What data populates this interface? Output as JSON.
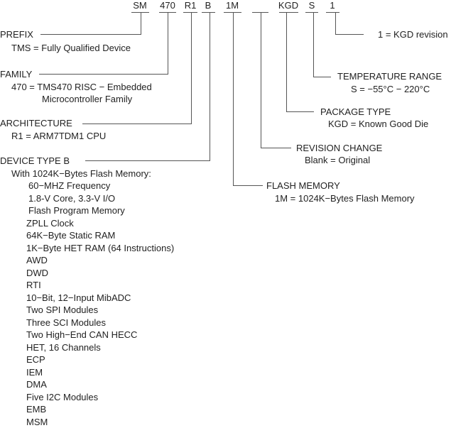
{
  "codes": [
    "SM",
    "470",
    "R1",
    "B",
    "1M",
    "",
    "KGD",
    "S",
    "1"
  ],
  "fields": {
    "prefix": {
      "title": "PREFIX",
      "desc": "TMS = Fully Qualified Device"
    },
    "family": {
      "title": "FAMILY",
      "desc": "470 = TMS470 RISC − Embedded",
      "desc2": "Microcontroller Family"
    },
    "architecture": {
      "title": "ARCHITECTURE",
      "desc": "R1 = ARM7TDM1 CPU"
    },
    "device_type": {
      "title": "DEVICE TYPE B",
      "desc": "With 1024K−Bytes Flash Memory:",
      "features": [
        "60−MHZ Frequency",
        "1.8-V Core, 3.3-V I/O",
        "Flash Program Memory",
        "ZPLL Clock",
        "64K−Byte Static RAM",
        "1K−Byte HET RAM (64 Instructions)",
        "AWD",
        "DWD",
        "RTI",
        "10−Bit, 12−Input MibADC",
        "Two SPI Modules",
        "Three SCI Modules",
        "Two High−End CAN HECC",
        "HET, 16 Channels",
        "ECP",
        "IEM",
        "DMA",
        "Five I2C Modules",
        "EMB",
        "MSM"
      ]
    },
    "kgd_revision": {
      "desc": "1 = KGD revision"
    },
    "temperature": {
      "title": "TEMPERATURE RANGE",
      "desc": "S = −55°C − 220°C"
    },
    "package": {
      "title": "PACKAGE TYPE",
      "desc": "KGD = Known Good Die"
    },
    "revision": {
      "title": "REVISION CHANGE",
      "desc": "Blank  = Original"
    },
    "flash": {
      "title": "FLASH MEMORY",
      "desc": "1M = 1024K−Bytes Flash Memory"
    }
  }
}
